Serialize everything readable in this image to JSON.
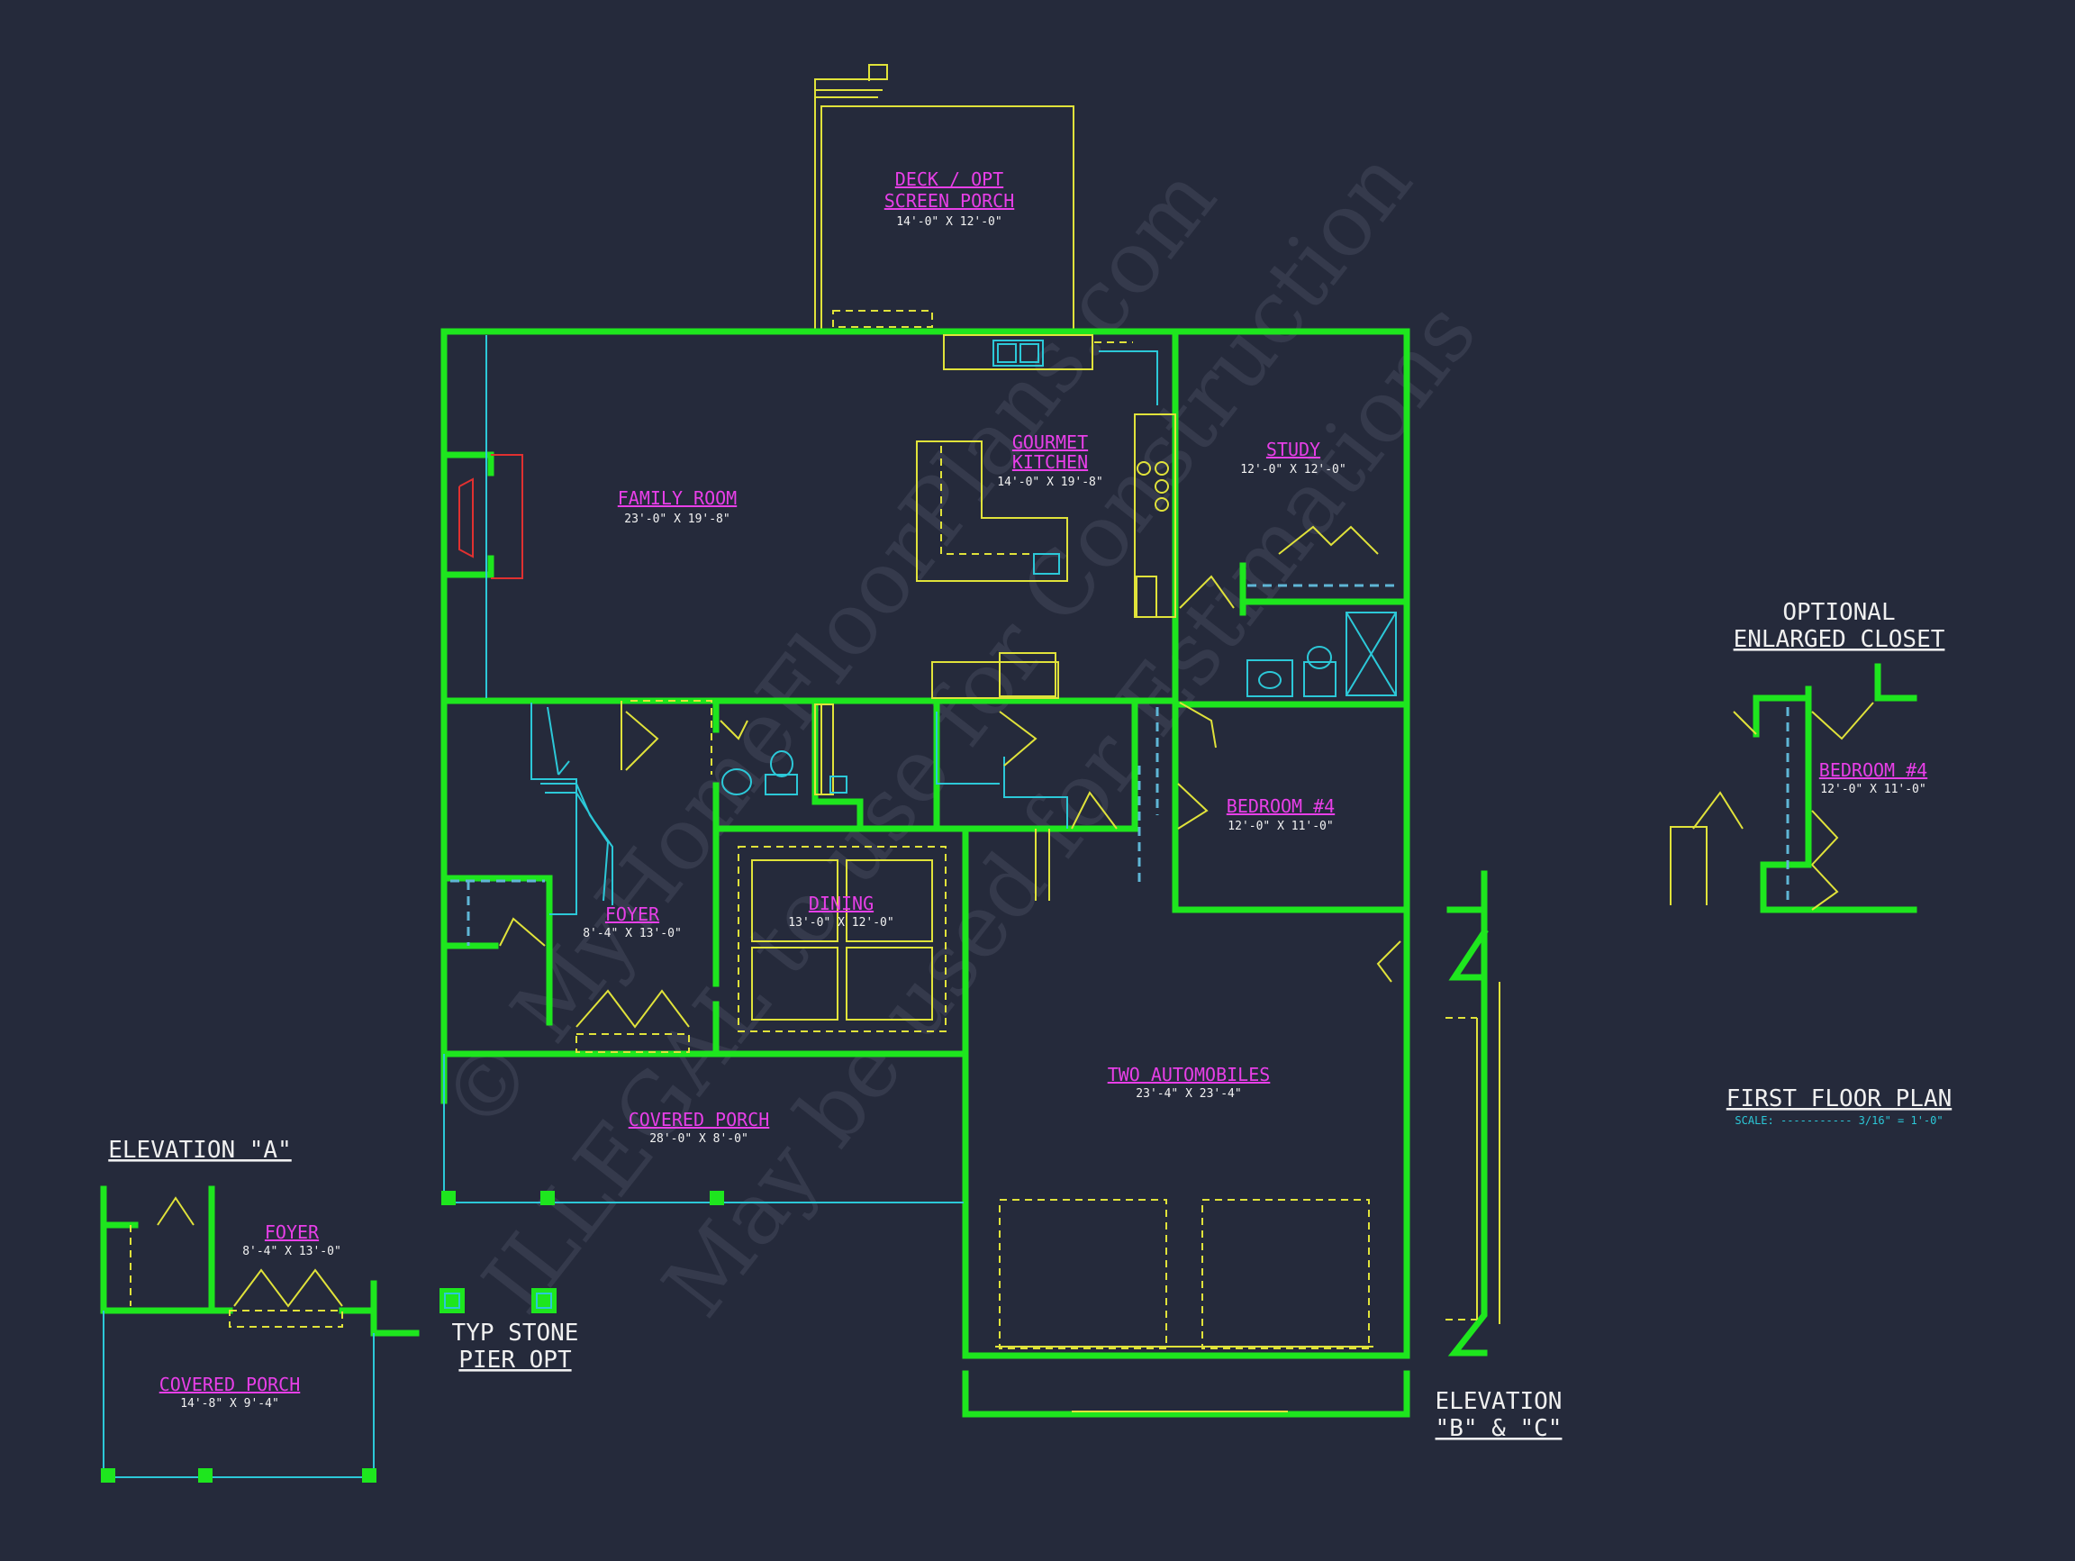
{
  "colors": {
    "background": "#252a3b",
    "walls": "#1ee61e",
    "room_names": "#e83fe8",
    "fixtures": "#e0e23a",
    "cabinetry": "#2cc8d8",
    "fireplace": "#e03030"
  },
  "watermark": {
    "line1": "© MyHomeFloorPlans.com",
    "line2": "ILLEGAL to use for Construction",
    "line3": "May be used for Estimations"
  },
  "rooms": {
    "deck": {
      "name_line1": "DECK / OPT",
      "name_line2": "SCREEN PORCH",
      "dims": "14'-0\" X 12'-0\""
    },
    "family": {
      "name": "FAMILY ROOM",
      "dims": "23'-0\" X 19'-8\""
    },
    "kitchen": {
      "name_line1": "GOURMET",
      "name_line2": "KITCHEN",
      "dims": "14'-0\" X 19'-8\""
    },
    "study": {
      "name": "STUDY",
      "dims": "12'-0\" X 12'-0\""
    },
    "bedroom4": {
      "name": "BEDROOM #4",
      "dims": "12'-0\" X 11'-0\""
    },
    "foyer": {
      "name": "FOYER",
      "dims": "8'-4\" X 13'-0\""
    },
    "dining": {
      "name": "DINING",
      "dims": "13'-0\" X 12'-0\""
    },
    "porch": {
      "name": "COVERED PORCH",
      "dims": "28'-0\" X 8'-0\""
    },
    "garage": {
      "name": "TWO AUTOMOBILES",
      "dims": "23'-4\" X 23'-4\""
    }
  },
  "closet_option": {
    "title_line1": "OPTIONAL",
    "title_line2": "ENLARGED CLOSET",
    "bedroom_name": "BEDROOM #4",
    "bedroom_dims": "12'-0\" X 11'-0\""
  },
  "plan_title": {
    "title": "FIRST FLOOR PLAN",
    "scale": "SCALE: ----------- 3/16\" = 1'-0\""
  },
  "elevation_a": {
    "title": "ELEVATION \"A\"",
    "foyer_name": "FOYER",
    "foyer_dims": "8'-4\" X 13'-0\"",
    "porch_name": "COVERED PORCH",
    "porch_dims": "14'-8\" X 9'-4\""
  },
  "stone_pier": {
    "line1": "TYP STONE",
    "line2": "PIER OPT"
  },
  "elevation_bc": {
    "line1": "ELEVATION",
    "line2": "\"B\" & \"C\""
  }
}
